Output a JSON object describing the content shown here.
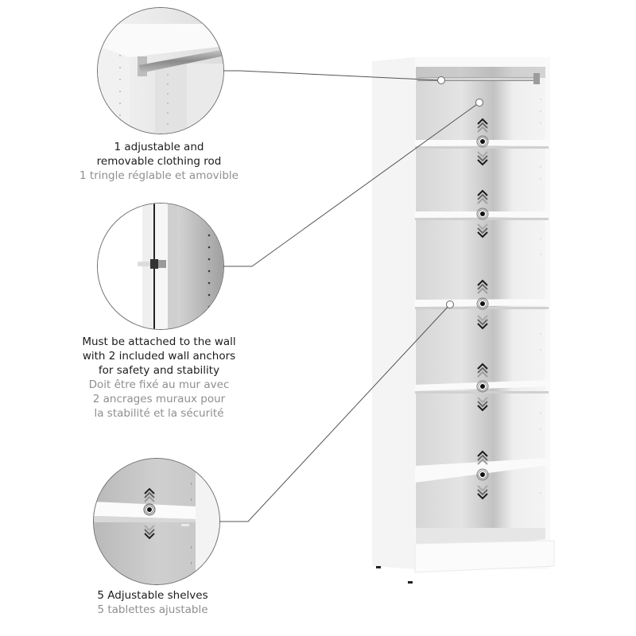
{
  "callouts": [
    {
      "id": "clothing-rod",
      "en_lines": [
        "1 adjustable and",
        "removable clothing rod"
      ],
      "fr_lines": [
        "1 tringle réglable et amovible"
      ]
    },
    {
      "id": "wall-anchors",
      "en_lines": [
        "Must be attached to the wall",
        "with 2 included wall anchors",
        "for safety and stability"
      ],
      "fr_lines": [
        "Doit être fixé au mur avec",
        "2 ancrages muraux pour",
        "la stabilité et la sécurité"
      ]
    },
    {
      "id": "adjustable-shelves",
      "en_lines": [
        "5 Adjustable shelves"
      ],
      "fr_lines": [
        "5 tablettes ajustable"
      ]
    }
  ],
  "product": {
    "shelf_count": 5,
    "has_clothing_rod": true,
    "colors": {
      "cabinet_white": "#f7f7f7",
      "interior_gray": "#d9d9d9",
      "leader_line": "#555555",
      "caption_primary": "#1c1c1c",
      "caption_secondary": "#8f8f8f"
    }
  }
}
